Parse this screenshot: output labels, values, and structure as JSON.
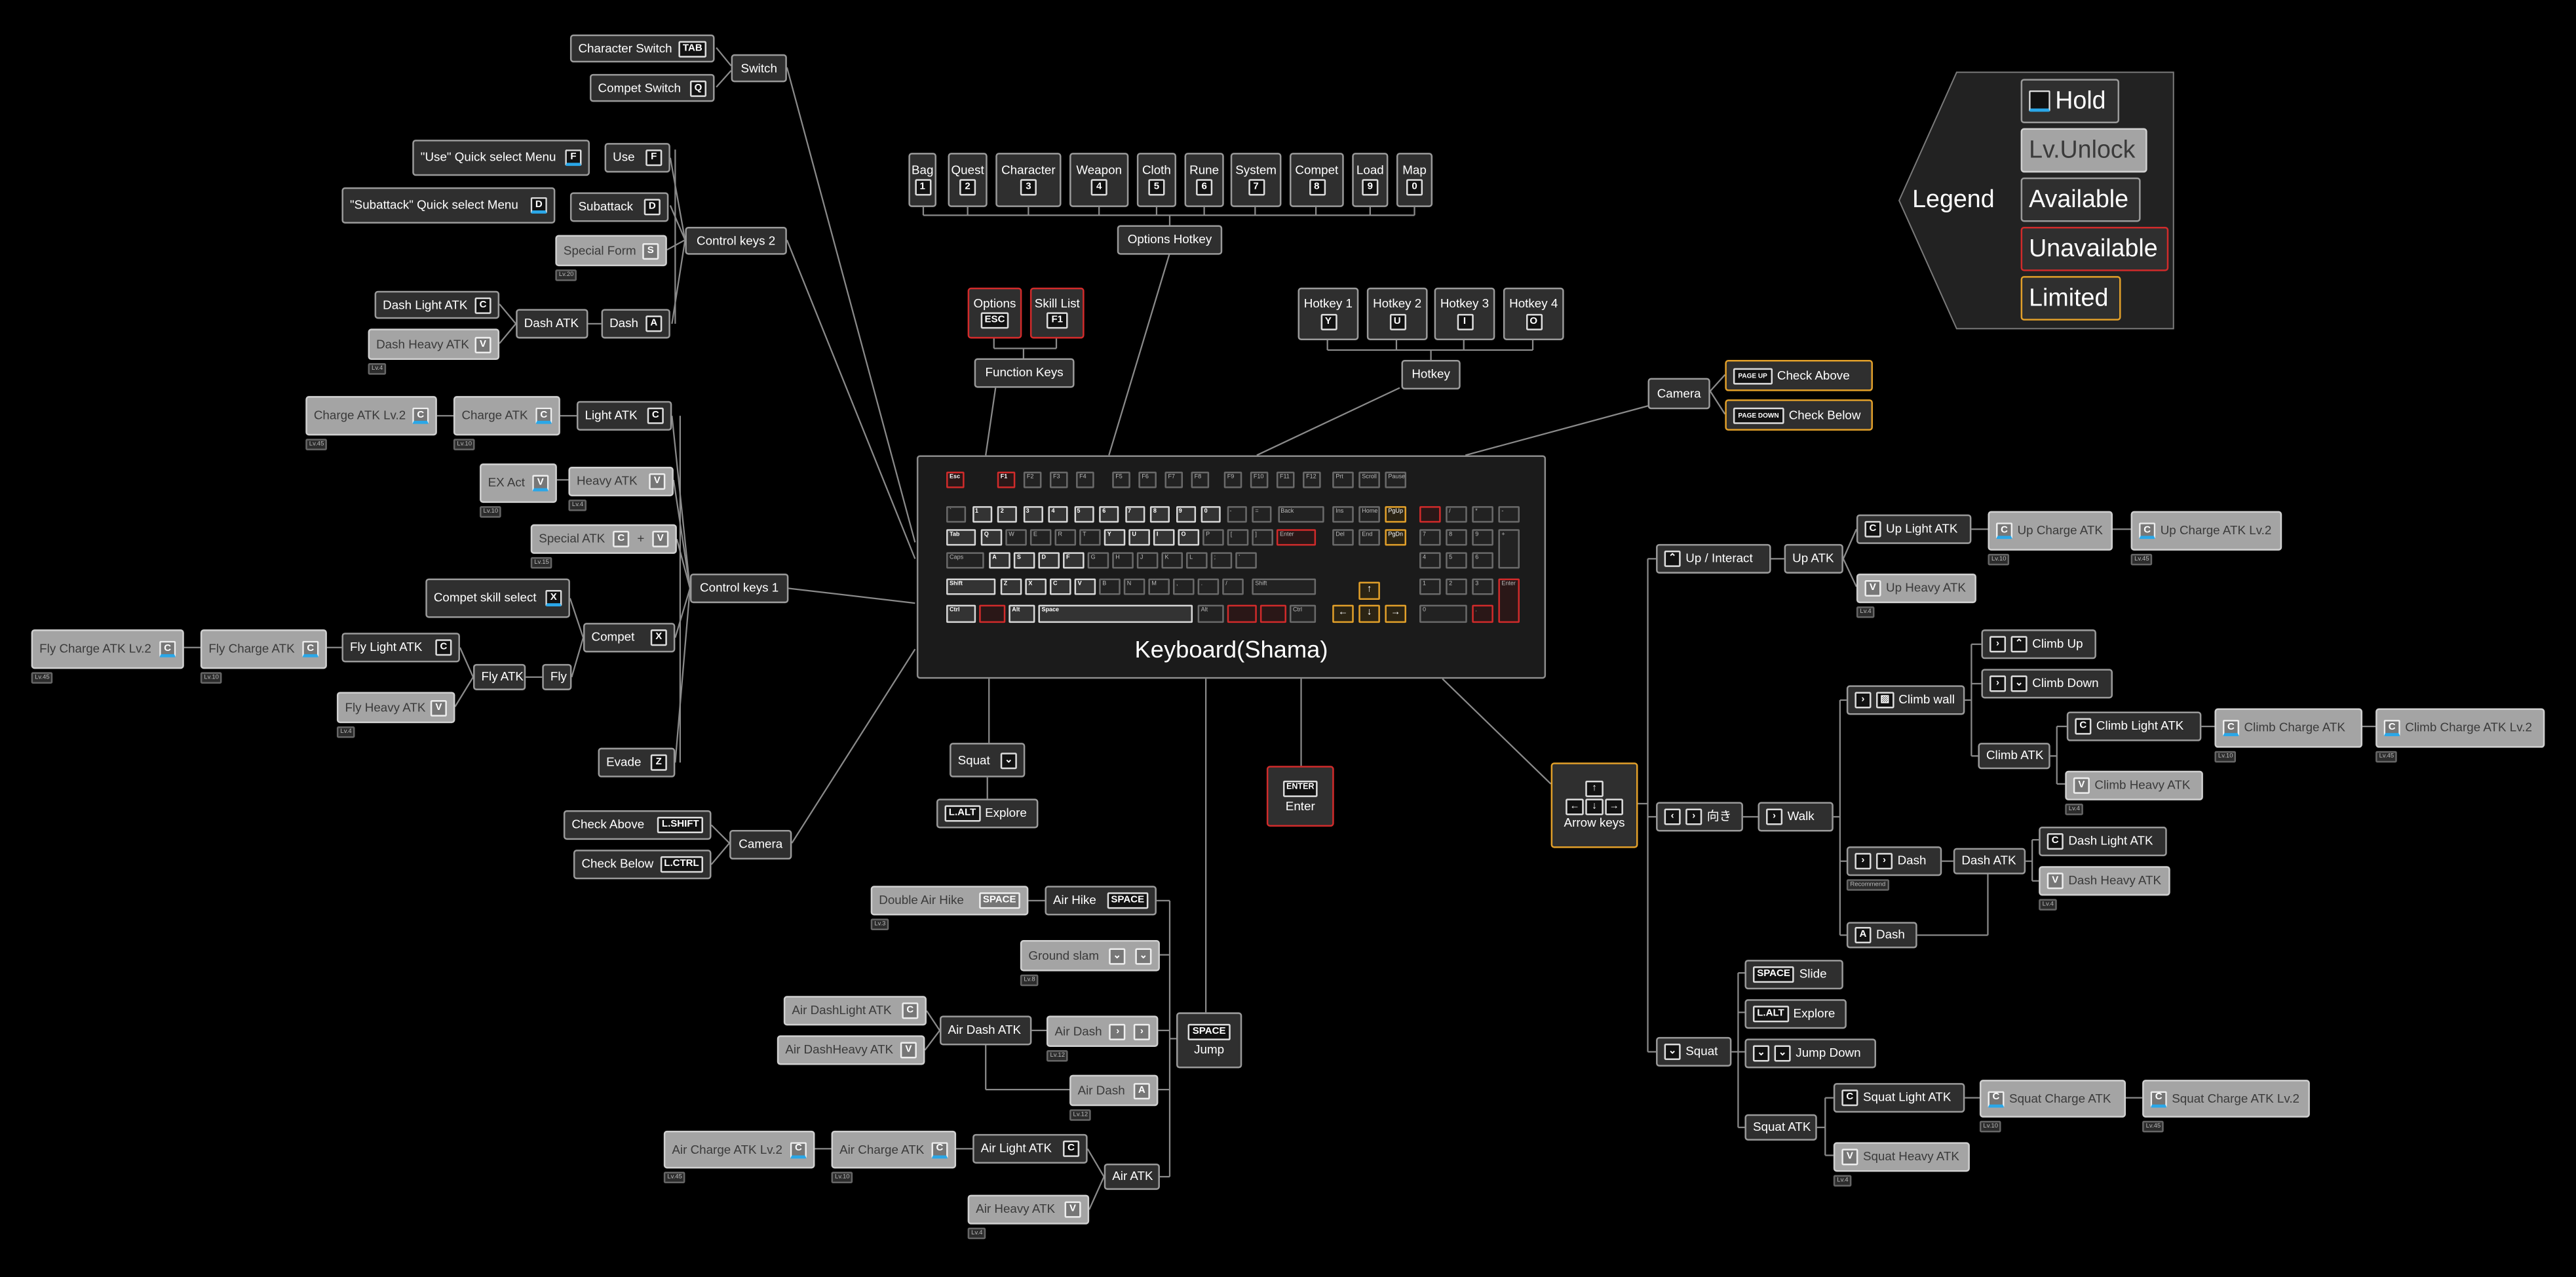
{
  "title": "Keyboard(Shama)",
  "legend": {
    "title": "Legend",
    "hold": "Hold",
    "lvunlock": "Lv.Unlock",
    "available": "Available",
    "unavailable": "Unavailable",
    "limited": "Limited"
  },
  "colors": {
    "background": "#000000",
    "available": "#2f2f2f",
    "lv_unlock": "#a4a4a4",
    "unavailable_border": "#d12b2b",
    "limited_border": "#e2a02a",
    "hold_marker": "#2aa7e8"
  },
  "hubs": {
    "switch": "Switch",
    "control2": "Control keys 2",
    "control1": "Control keys 1",
    "camera_left": "Camera",
    "options_hotkey": "Options Hotkey",
    "function_keys": "Function Keys",
    "hotkey": "Hotkey",
    "camera_right": "Camera",
    "jump": "Jump",
    "enter": "Enter",
    "arrow_keys": "Arrow keys"
  },
  "nodes": [
    {
      "id": "character_switch",
      "label": "Character Switch",
      "key": "TAB"
    },
    {
      "id": "compet_switch",
      "label": "Compet Switch",
      "key": "Q"
    },
    {
      "id": "use_menu",
      "label": "\"Use\" Quick select Menu",
      "key": "F"
    },
    {
      "id": "use",
      "label": "Use",
      "key": "F"
    },
    {
      "id": "subattack_menu",
      "label": "\"Subattack\" Quick select Menu",
      "key": "D"
    },
    {
      "id": "subattack",
      "label": "Subattack",
      "key": "D"
    },
    {
      "id": "special_form",
      "label": "Special Form",
      "key": "S",
      "lv": "Lv.20"
    },
    {
      "id": "dash_light_atk",
      "label": "Dash Light ATK",
      "key": "C"
    },
    {
      "id": "dash_heavy_atk",
      "label": "Dash Heavy ATK",
      "key": "V",
      "lv": "Lv.4"
    },
    {
      "id": "dash_atk",
      "label": "Dash ATK"
    },
    {
      "id": "dash",
      "label": "Dash",
      "key": "A"
    },
    {
      "id": "charge_atk_lv2",
      "label": "Charge ATK Lv.2",
      "key": "C",
      "lv": "Lv.45"
    },
    {
      "id": "charge_atk",
      "label": "Charge ATK",
      "key": "C",
      "lv": "Lv.10"
    },
    {
      "id": "light_atk",
      "label": "Light ATK",
      "key": "C"
    },
    {
      "id": "ex_act",
      "label": "EX Act",
      "key": "V",
      "lv": "Lv.10"
    },
    {
      "id": "heavy_atk",
      "label": "Heavy ATK",
      "key": "V",
      "lv": "Lv.4"
    },
    {
      "id": "special_atk",
      "label": "Special ATK",
      "key": "C",
      "plus": "+",
      "key2": "V",
      "lv": "Lv.15"
    },
    {
      "id": "compet_skill_select",
      "label": "Compet skill select",
      "key": "X"
    },
    {
      "id": "compet",
      "label": "Compet",
      "key": "X"
    },
    {
      "id": "fly_charge_atk_lv2",
      "label": "Fly Charge ATK Lv.2",
      "key": "C",
      "lv": "Lv.45"
    },
    {
      "id": "fly_charge_atk",
      "label": "Fly Charge ATK",
      "key": "C",
      "lv": "Lv.10"
    },
    {
      "id": "fly_light_atk",
      "label": "Fly Light ATK",
      "key": "C"
    },
    {
      "id": "fly_atk",
      "label": "Fly ATK"
    },
    {
      "id": "fly",
      "label": "Fly"
    },
    {
      "id": "fly_heavy_atk",
      "label": "Fly Heavy ATK",
      "key": "V",
      "lv": "Lv.4"
    },
    {
      "id": "evade",
      "label": "Evade",
      "key": "Z"
    },
    {
      "id": "check_above_l",
      "label": "Check Above",
      "key": "L.SHIFT"
    },
    {
      "id": "check_below_l",
      "label": "Check Below",
      "key": "L.CTRL"
    },
    {
      "id": "bag",
      "label": "Bag",
      "key": "1"
    },
    {
      "id": "quest",
      "label": "Quest",
      "key": "2"
    },
    {
      "id": "character",
      "label": "Character",
      "key": "3"
    },
    {
      "id": "weapon",
      "label": "Weapon",
      "key": "4"
    },
    {
      "id": "cloth",
      "label": "Cloth",
      "key": "5"
    },
    {
      "id": "rune",
      "label": "Rune",
      "key": "6"
    },
    {
      "id": "system",
      "label": "System",
      "key": "7"
    },
    {
      "id": "compet_menu",
      "label": "Compet",
      "key": "8"
    },
    {
      "id": "load",
      "label": "Load",
      "key": "9"
    },
    {
      "id": "map",
      "label": "Map",
      "key": "0"
    },
    {
      "id": "options",
      "label": "Options",
      "key": "ESC"
    },
    {
      "id": "skill_list",
      "label": "Skill List",
      "key": "F1"
    },
    {
      "id": "hotkey1",
      "label": "Hotkey 1",
      "key": "Y"
    },
    {
      "id": "hotkey2",
      "label": "Hotkey 2",
      "key": "U"
    },
    {
      "id": "hotkey3",
      "label": "Hotkey 3",
      "key": "I"
    },
    {
      "id": "hotkey4",
      "label": "Hotkey 4",
      "key": "O"
    },
    {
      "id": "check_above_r",
      "label": "Check Above",
      "key": "PAGE UP"
    },
    {
      "id": "check_below_r",
      "label": "Check Below",
      "key": "PAGE DOWN"
    },
    {
      "id": "squat_l",
      "label": "Squat",
      "key": "⌄"
    },
    {
      "id": "explore_l",
      "label": "Explore",
      "key": "L.ALT"
    },
    {
      "id": "double_air_hike",
      "label": "Double Air Hike",
      "key": "SPACE",
      "lv": "Lv.3"
    },
    {
      "id": "air_hike",
      "label": "Air Hike",
      "key": "SPACE"
    },
    {
      "id": "ground_slam",
      "label": "Ground slam",
      "key": "⌄",
      "key2": "⌄",
      "lv": "Lv.8"
    },
    {
      "id": "air_dashlight_atk",
      "label": "Air DashLight ATK",
      "key": "C"
    },
    {
      "id": "air_dashheavy_atk",
      "label": "Air DashHeavy ATK",
      "key": "V"
    },
    {
      "id": "air_dash_atk",
      "label": "Air Dash ATK"
    },
    {
      "id": "air_dash_1",
      "label": "Air Dash",
      "key": "›",
      "key2": "›",
      "lv": "Lv.12"
    },
    {
      "id": "air_dash_2",
      "label": "Air Dash",
      "key": "A",
      "lv": "Lv.12"
    },
    {
      "id": "air_charge_atk_lv2",
      "label": "Air Charge ATK Lv.2",
      "key": "C",
      "lv": "Lv.45"
    },
    {
      "id": "air_charge_atk",
      "label": "Air Charge ATK",
      "key": "C",
      "lv": "Lv.10"
    },
    {
      "id": "air_light_atk",
      "label": "Air Light ATK",
      "key": "C"
    },
    {
      "id": "air_atk",
      "label": "Air ATK"
    },
    {
      "id": "air_heavy_atk",
      "label": "Air Heavy ATK",
      "key": "V",
      "lv": "Lv.4"
    },
    {
      "id": "up_interact",
      "label": "Up / Interact",
      "key": "⌃"
    },
    {
      "id": "up_atk",
      "label": "Up ATK"
    },
    {
      "id": "up_light_atk",
      "label": "Up Light ATK",
      "key": "C"
    },
    {
      "id": "up_charge_atk",
      "label": "Up Charge ATK",
      "key": "C",
      "lv": "Lv.10"
    },
    {
      "id": "up_charge_atk_lv2",
      "label": "Up Charge ATK Lv.2",
      "key": "C",
      "lv": "Lv.45"
    },
    {
      "id": "up_heavy_atk",
      "label": "Up Heavy ATK",
      "key": "V",
      "lv": "Lv.4"
    },
    {
      "id": "climb_up",
      "label": "Climb Up",
      "key": "›",
      "key2": "⌃"
    },
    {
      "id": "climb_down",
      "label": "Climb Down",
      "key": "›",
      "key2": "⌄"
    },
    {
      "id": "climb_wall",
      "label": "Climb wall",
      "key": "›",
      "key2": "▨"
    },
    {
      "id": "climb_light_atk",
      "label": "Climb Light ATK",
      "key": "C"
    },
    {
      "id": "climb_charge_atk",
      "label": "Climb Charge ATK",
      "key": "C",
      "lv": "Lv.10"
    },
    {
      "id": "climb_charge_atk_lv2",
      "label": "Climb Charge ATK Lv.2",
      "key": "C",
      "lv": "Lv.45"
    },
    {
      "id": "climb_atk",
      "label": "Climb ATK"
    },
    {
      "id": "climb_heavy_atk",
      "label": "Climb Heavy ATK",
      "key": "V",
      "lv": "Lv.4"
    },
    {
      "id": "facing",
      "label": "向き",
      "key": "‹",
      "key2": "›"
    },
    {
      "id": "walk",
      "label": "Walk",
      "key": "›"
    },
    {
      "id": "dash_light_atk_r",
      "label": "Dash Light ATK",
      "key": "C"
    },
    {
      "id": "dash_r",
      "label": "Dash",
      "key": "›",
      "key2": "›",
      "lv": "Recommend"
    },
    {
      "id": "dash_atk_r",
      "label": "Dash ATK"
    },
    {
      "id": "dash_heavy_atk_r",
      "label": "Dash Heavy ATK",
      "key": "V",
      "lv": "Lv.4"
    },
    {
      "id": "dash_a_r",
      "label": "Dash",
      "key": "A"
    },
    {
      "id": "slide",
      "label": "Slide",
      "key": "SPACE"
    },
    {
      "id": "explore_r",
      "label": "Explore",
      "key": "L.ALT"
    },
    {
      "id": "squat_r",
      "label": "Squat",
      "key": "⌄"
    },
    {
      "id": "jump_down",
      "label": "Jump Down",
      "key": "⌄",
      "key2": "⌄"
    },
    {
      "id": "squat_light_atk",
      "label": "Squat Light ATK",
      "key": "C"
    },
    {
      "id": "squat_charge_atk",
      "label": "Squat Charge ATK",
      "key": "C",
      "lv": "Lv.10"
    },
    {
      "id": "squat_charge_atk_lv2",
      "label": "Squat Charge ATK Lv.2",
      "key": "C",
      "lv": "Lv.45"
    },
    {
      "id": "squat_atk",
      "label": "Squat ATK"
    },
    {
      "id": "squat_heavy_atk",
      "label": "Squat Heavy ATK",
      "key": "V",
      "lv": "Lv.4"
    },
    {
      "id": "jump_hub_key",
      "key": "SPACE"
    },
    {
      "id": "enter_hub_key",
      "key": "ENTER"
    }
  ],
  "keyboard": {
    "frow": [
      "Esc",
      "F1",
      "F2",
      "F3",
      "F4",
      "F5",
      "F6",
      "F7",
      "F8",
      "F9",
      "F10",
      "F11",
      "F12"
    ],
    "nrow": [
      "`",
      "1",
      "2",
      "3",
      "4",
      "5",
      "6",
      "7",
      "8",
      "9",
      "0",
      "-",
      "=",
      "Back"
    ],
    "qrow": [
      "Tab",
      "Q",
      "W",
      "E",
      "R",
      "T",
      "Y",
      "U",
      "I",
      "O",
      "P",
      "[",
      "]",
      "Enter"
    ],
    "arow": [
      "Caps",
      "A",
      "S",
      "D",
      "F",
      "G",
      "H",
      "J",
      "K",
      "L",
      ";",
      "'"
    ],
    "zrow": [
      "Shift",
      "Z",
      "X",
      "C",
      "V",
      "B",
      "N",
      "M",
      ",",
      ".",
      "/",
      "Shift"
    ],
    "brow": [
      "Ctrl",
      "",
      "Alt",
      "Space",
      "Alt",
      "",
      "",
      "Ctrl"
    ],
    "nav1": [
      "Prt",
      "Scroll",
      "Pause"
    ],
    "nav2": [
      "Ins",
      "Home",
      "PgUp"
    ],
    "nav3": [
      "Del",
      "End",
      "PgDn"
    ],
    "arrows": [
      "↑",
      "←",
      "↓",
      "→"
    ],
    "numpad": [
      "",
      "/",
      "*",
      "-",
      "7",
      "8",
      "9",
      "+",
      "4",
      "5",
      "6",
      "1",
      "2",
      "3",
      "Enter",
      "0",
      "."
    ]
  }
}
